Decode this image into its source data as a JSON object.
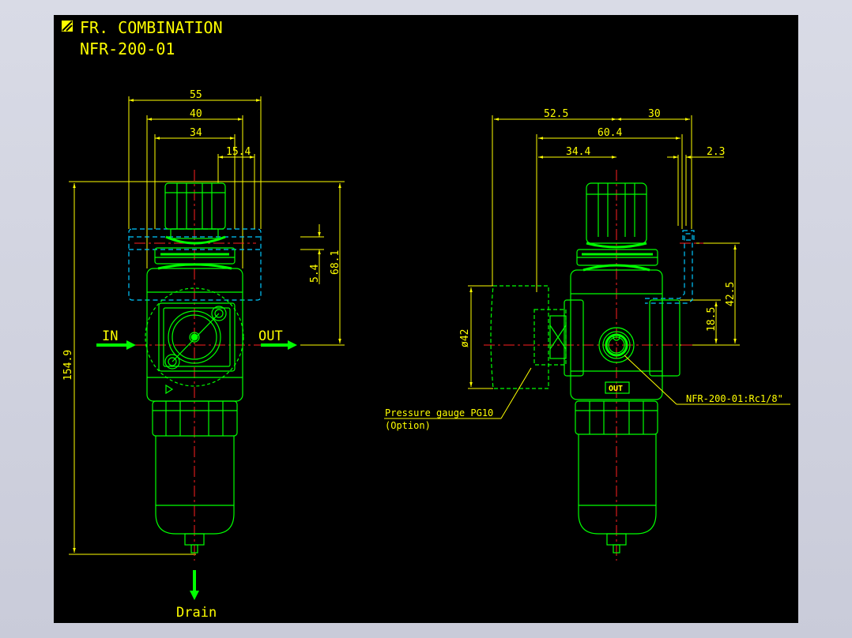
{
  "title": {
    "line1": "FR. COMBINATION",
    "line2": "NFR-200-01"
  },
  "colors": {
    "background": "#000000",
    "outline": "#00ff00",
    "dimension": "#ffff00",
    "centerline": "#ff2020",
    "hidden": "#00c8ff",
    "bright": "#00ff00"
  },
  "front_view": {
    "dimensions": {
      "width_55": "55",
      "width_40": "40",
      "width_34": "34",
      "offset_15_4": "15.4",
      "offset_5_4": "5.4",
      "height_68_1": "68.1",
      "height_154_9": "154.9"
    },
    "labels": {
      "in": "IN",
      "out": "OUT",
      "drain": "Drain"
    }
  },
  "side_view": {
    "dimensions": {
      "width_52_5": "52.5",
      "width_30": "30",
      "width_60_4": "60.4",
      "width_34_4": "34.4",
      "offset_2_3": "2.3",
      "height_42_5": "42.5",
      "height_18_5": "18.5",
      "dia_42": "ø42"
    },
    "labels": {
      "out_badge": "OUT",
      "gauge_line1": "Pressure gauge PG10",
      "gauge_line2": "(Option)",
      "port_callout": "NFR-200-01:Rc1/8\""
    }
  }
}
